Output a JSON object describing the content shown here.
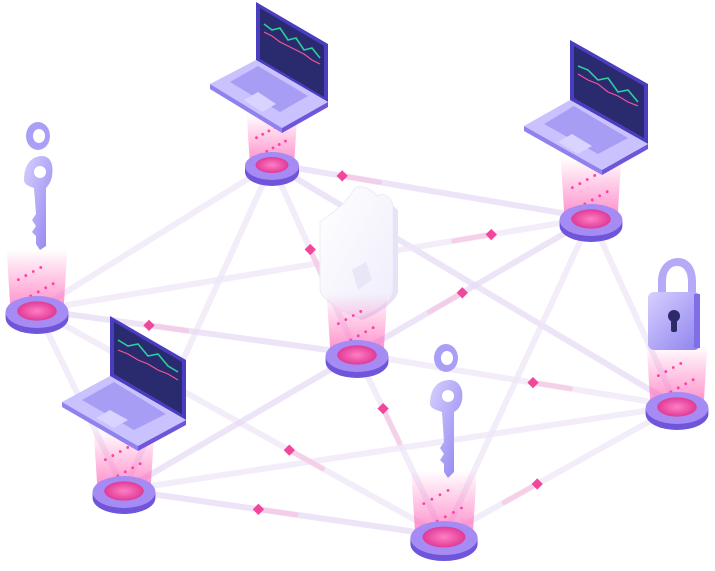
{
  "scene": {
    "subject": "blockchain-network-illustration",
    "nodes": [
      {
        "id": "node-top-laptop",
        "device": "laptop"
      },
      {
        "id": "node-right-laptop",
        "device": "laptop"
      },
      {
        "id": "node-left-key",
        "device": "key"
      },
      {
        "id": "node-center-shield",
        "device": "shield"
      },
      {
        "id": "node-left-laptop",
        "device": "laptop"
      },
      {
        "id": "node-right-lock",
        "device": "padlock"
      },
      {
        "id": "node-bottom-key",
        "device": "key"
      }
    ],
    "icons": [
      "laptop-icon",
      "key-icon",
      "padlock-icon",
      "shield-icon"
    ]
  },
  "colors": {
    "background": "#ffffff",
    "link": "#efe6f8",
    "link_strong": "#e8dcf5",
    "packet": "#f0479d",
    "node_top": "#a58bf3",
    "node_side": "#6f55da",
    "node_core": "#f04aa2",
    "glow": "#ff5fb5",
    "device_light": "#c9c2ff",
    "device_mid": "#9f93f3",
    "device_dark": "#5a49c9",
    "screen": "#2a2a6e",
    "chart_green": "#28d29a",
    "chart_red": "#f0559a"
  }
}
